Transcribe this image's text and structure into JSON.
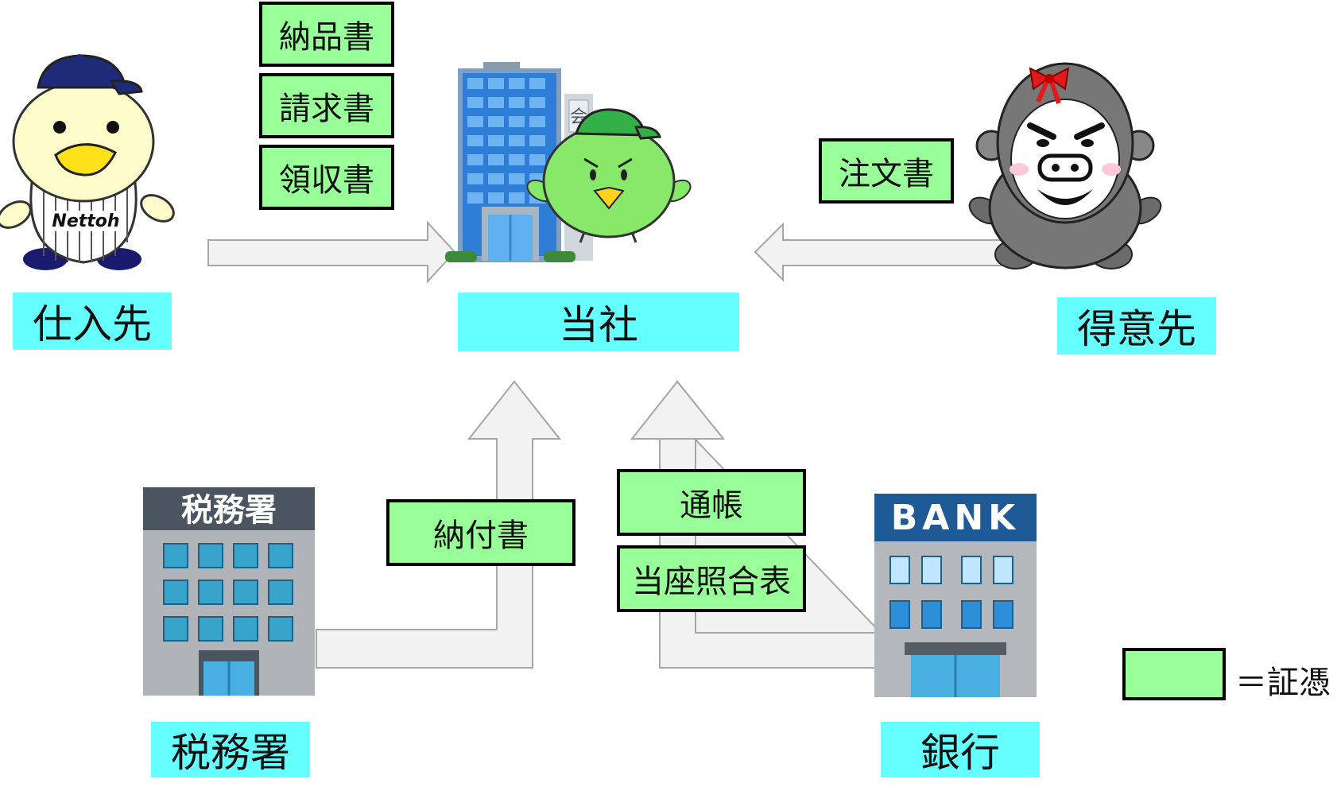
{
  "entities": {
    "supplier": "仕入先",
    "company": "当社",
    "customer": "得意先",
    "tax_office": "税務署",
    "bank": "銀行"
  },
  "documents": {
    "delivery_note": "納品書",
    "invoice": "請求書",
    "receipt": "領収書",
    "purchase_order": "注文書",
    "tax_payment_slip": "納付書",
    "passbook": "通帳",
    "bank_statement": "当座照合表"
  },
  "building_signs": {
    "tax_office_sign": "税務署",
    "bank_sign": "BANK",
    "company_sign": "会",
    "mascot_shirt": "Nettoh"
  },
  "legend": {
    "text": "＝証憑"
  },
  "colors": {
    "entity_label_bg": "#66ffff",
    "document_bg": "#99ff99",
    "arrow_fill": "#f2f2f2",
    "arrow_stroke": "#a6a6a6"
  },
  "icons": [
    "supplier-duck-mascot-icon",
    "company-building-icon",
    "green-bird-mascot-icon",
    "customer-gorilla-mascot-icon",
    "tax-office-building-icon",
    "bank-building-icon"
  ]
}
